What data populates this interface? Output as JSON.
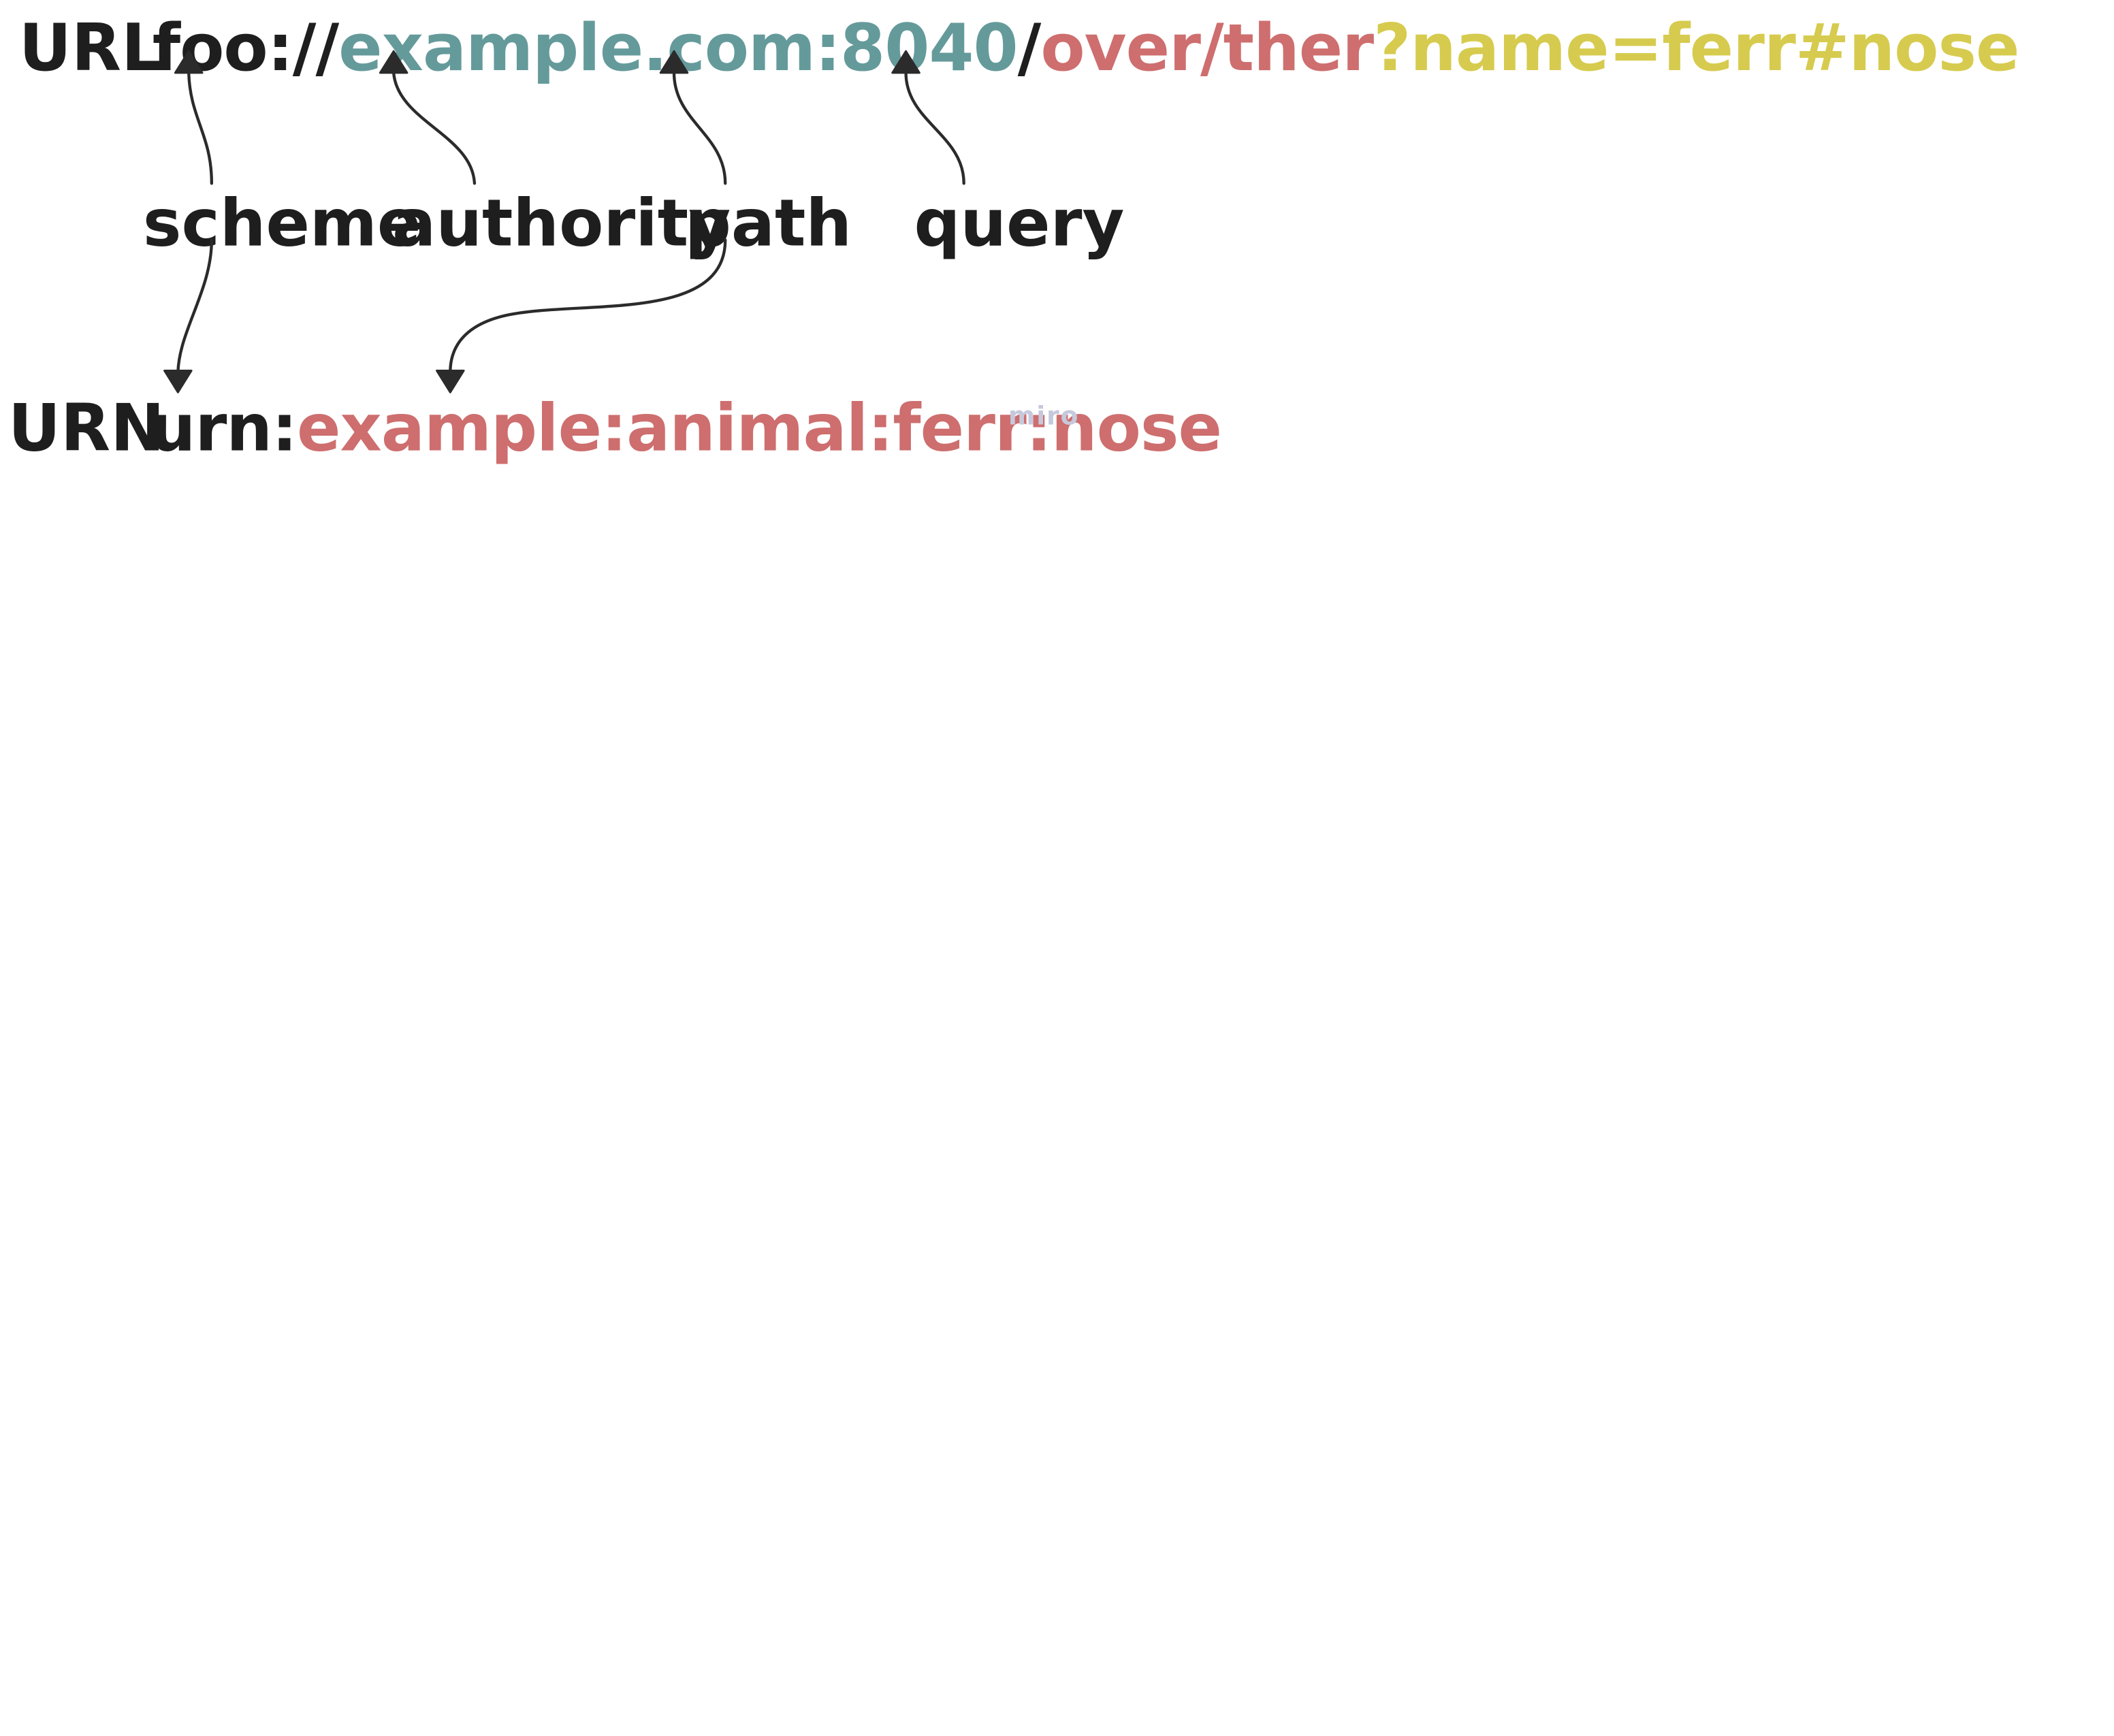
{
  "url_row": {
    "label": "URL",
    "scheme": "foo://",
    "authority": "example.com:8040",
    "separator": "/",
    "path": "over/ther",
    "query": "?name=ferr#nose"
  },
  "urn_row": {
    "label": "URN",
    "scheme": "urn:",
    "rest": "example:animal:ferr:nose"
  },
  "parts": {
    "scheme": "scheme",
    "authority": "authority",
    "path": "path",
    "query": "query"
  },
  "watermark": "miro",
  "colors": {
    "text": "#1e1e1e",
    "authority": "#659a9b",
    "path": "#ce6e6e",
    "query": "#d6cb4e",
    "arrow": "#2b2b2b",
    "watermark": "#c6c9dc"
  }
}
